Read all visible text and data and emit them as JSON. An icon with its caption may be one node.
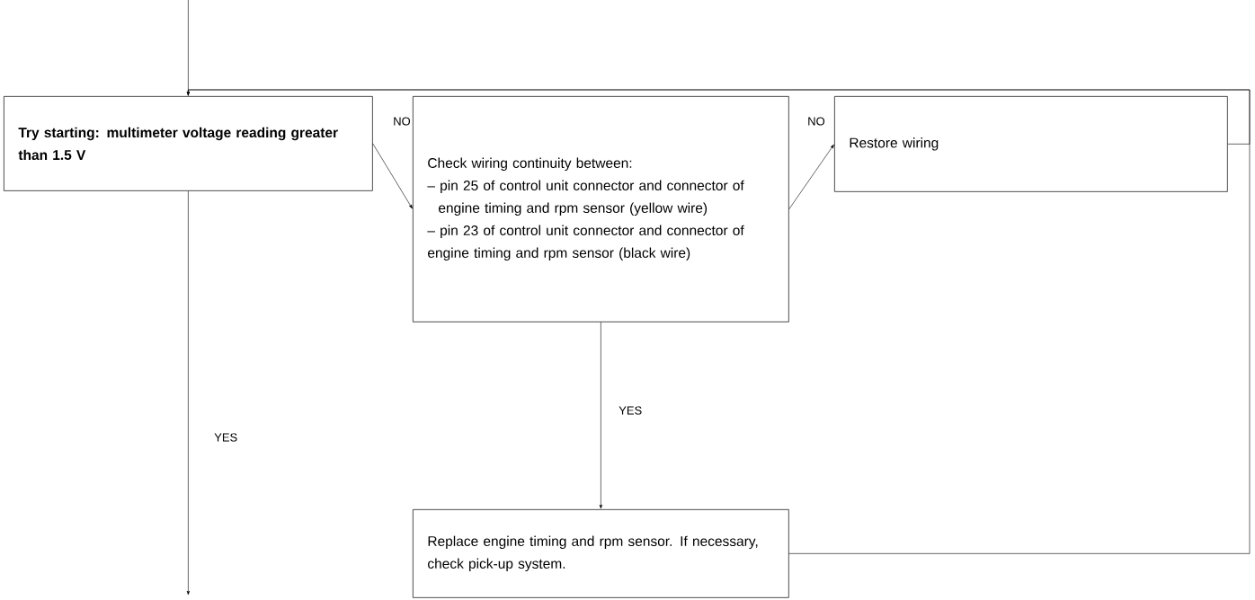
{
  "diagram": {
    "nodes": [
      {
        "text": [
          "Try starting: multimeter voltage reading greater than 1.5 V"
        ]
      },
      {
        "text": [
          "Check wiring continuity between:",
          "– pin 25 of control unit connector and connector of engine timing and rpm sensor (yellow wire)",
          "– pin 23 of control unit connector and connector of engine timing and rpm sensor (black wire)"
        ]
      },
      {
        "text": [
          "Restore wiring"
        ]
      },
      {
        "text": [
          "Replace engine timing and rpm sensor. If necessary, check pick-up system."
        ]
      }
    ],
    "edges": [
      {
        "from": null,
        "to": 0,
        "arrow": "none"
      },
      {
        "from": 0,
        "to": 1,
        "arrow": "to",
        "label": "NO"
      },
      {
        "from": 1,
        "to": 2,
        "arrow": "to",
        "label": "NO"
      },
      {
        "from": 0,
        "to": null,
        "arrow": "to",
        "label": "YES"
      },
      {
        "from": 1,
        "to": 3,
        "arrow": "to",
        "label": "YES"
      },
      {
        "from": 2,
        "to": 0,
        "arrow": "to"
      },
      {
        "from": 3,
        "to": 0,
        "arrow": "to"
      }
    ]
  }
}
